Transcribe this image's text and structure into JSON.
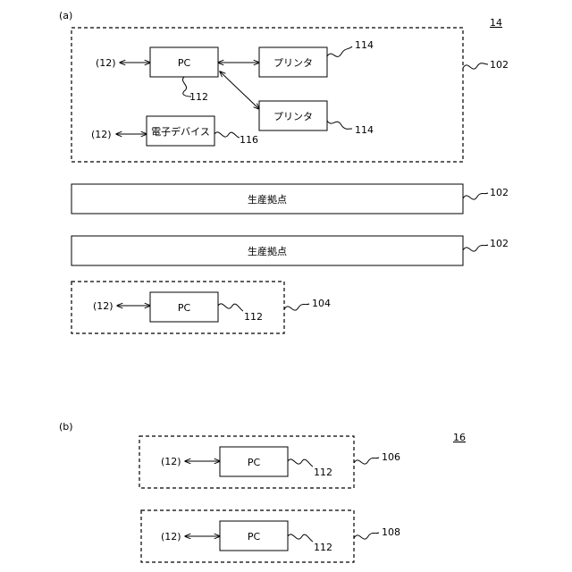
{
  "part_a": {
    "caption": "(a)",
    "group_ref": "14",
    "site1": {
      "ref": "102",
      "pc_label": "PC",
      "pc_ref": "112",
      "pc_link": "(12)",
      "printer_label": "プリンタ",
      "printer1_ref": "114",
      "printer2_ref": "114",
      "device_label": "電子デバイス",
      "device_ref": "116",
      "device_link": "(12)"
    },
    "site2": {
      "label": "生産拠点",
      "ref": "102"
    },
    "site3": {
      "label": "生産拠点",
      "ref": "102"
    },
    "site4": {
      "ref": "104",
      "pc_label": "PC",
      "pc_ref": "112",
      "pc_link": "(12)"
    }
  },
  "part_b": {
    "caption": "(b)",
    "group_ref": "16",
    "site1": {
      "ref": "106",
      "pc_label": "PC",
      "pc_ref": "112",
      "pc_link": "(12)"
    },
    "site2": {
      "ref": "108",
      "pc_label": "PC",
      "pc_ref": "112",
      "pc_link": "(12)"
    }
  }
}
